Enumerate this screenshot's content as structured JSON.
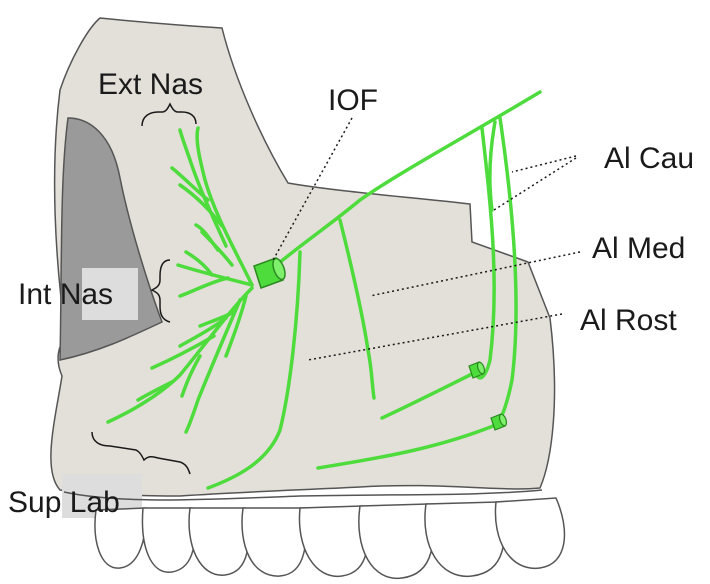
{
  "labels": {
    "ext_nas": "Ext Nas",
    "iof": "IOF",
    "al_cau": "Al Cau",
    "al_med": "Al Med",
    "int_nas": "Int Nas",
    "al_rost": "Al Rost",
    "sup_lab": "Sup Lab"
  },
  "colors": {
    "bone": "#e3dfd9",
    "outline": "#555555",
    "nerve": "#4ddc3c",
    "nasal_cavity": "#9a9a9a",
    "tooth": "#ffffff",
    "label_box": "#dddddd"
  }
}
